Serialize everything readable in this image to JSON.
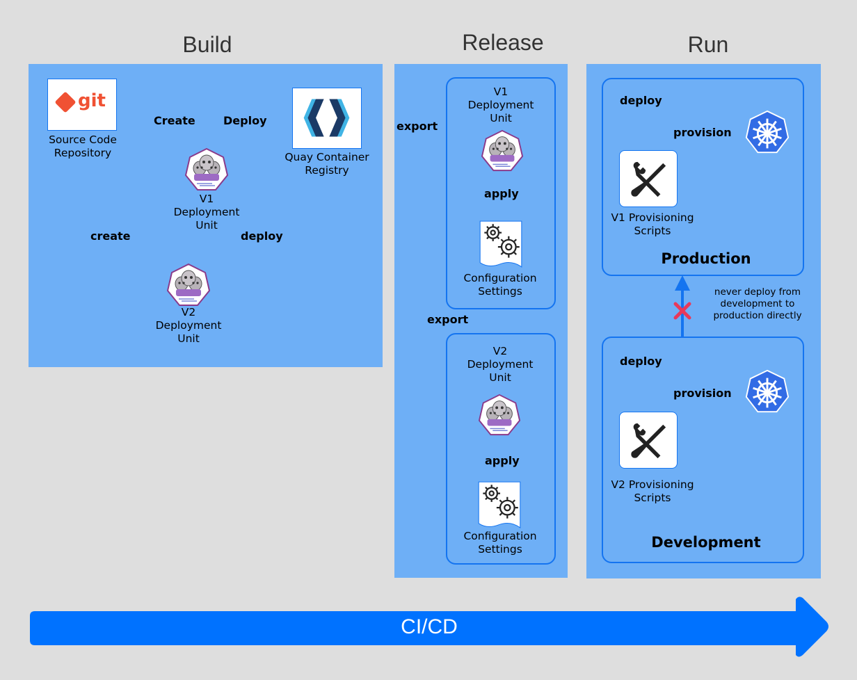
{
  "headings": {
    "build": "Build",
    "release": "Release",
    "run": "Run"
  },
  "build": {
    "git_logo_text": "git",
    "source_repo_label": "Source Code\nRepository",
    "quay_label": "Quay Container\nRegistry",
    "edge_create_v1": "Create",
    "edge_deploy_v1": "Deploy",
    "edge_create_v2": "create",
    "edge_deploy_v2": "deploy",
    "v1_unit": "V1\nDeployment\nUnit",
    "v2_unit": "V2\nDeployment\nUnit"
  },
  "release": {
    "export_v1": "export",
    "export_v2": "export",
    "v1_unit": "V1\nDeployment\nUnit",
    "v2_unit": "V2\nDeployment\nUnit",
    "apply_v1": "apply",
    "apply_v2": "apply",
    "config_v1": "Configuration\nSettings",
    "config_v2": "Configuration\nSettings"
  },
  "run": {
    "production": {
      "title": "Production",
      "deploy": "deploy",
      "provision": "provision",
      "scripts": "V1 Provisioning\nScripts"
    },
    "development": {
      "title": "Development",
      "deploy": "deploy",
      "provision": "provision",
      "scripts": "V2 Provisioning\nScripts"
    },
    "note": "never deploy from\ndevelopment to\nproduction directly"
  },
  "pipeline": {
    "label": "CI/CD"
  },
  "colors": {
    "background": "#dedede",
    "panel": "#6eaff6",
    "border": "#1474f0",
    "arrow": "#0072ff",
    "kubernetes": "#326ce5",
    "git": "#f05133",
    "forbidden": "#e8395a"
  },
  "icons": [
    "git-logo-icon",
    "quay-logo-icon",
    "seal-container-icon",
    "gear-document-icon",
    "tools-icon",
    "kubernetes-helm-icon"
  ]
}
